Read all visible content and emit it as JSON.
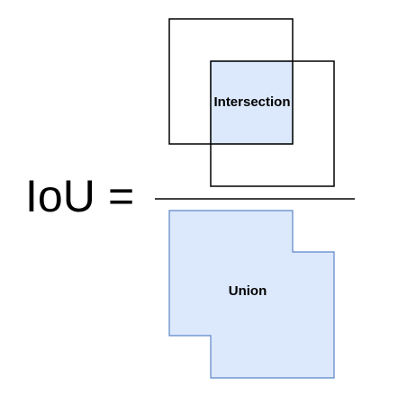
{
  "equation": {
    "lhs": "IoU",
    "operator": "="
  },
  "numerator": {
    "label": "Intersection"
  },
  "denominator": {
    "label": "Union"
  },
  "colors": {
    "fill": "#dce8fb",
    "fill_stroke": "#5b86c9",
    "outline": "#000000",
    "fraction_bar": "#000000"
  }
}
